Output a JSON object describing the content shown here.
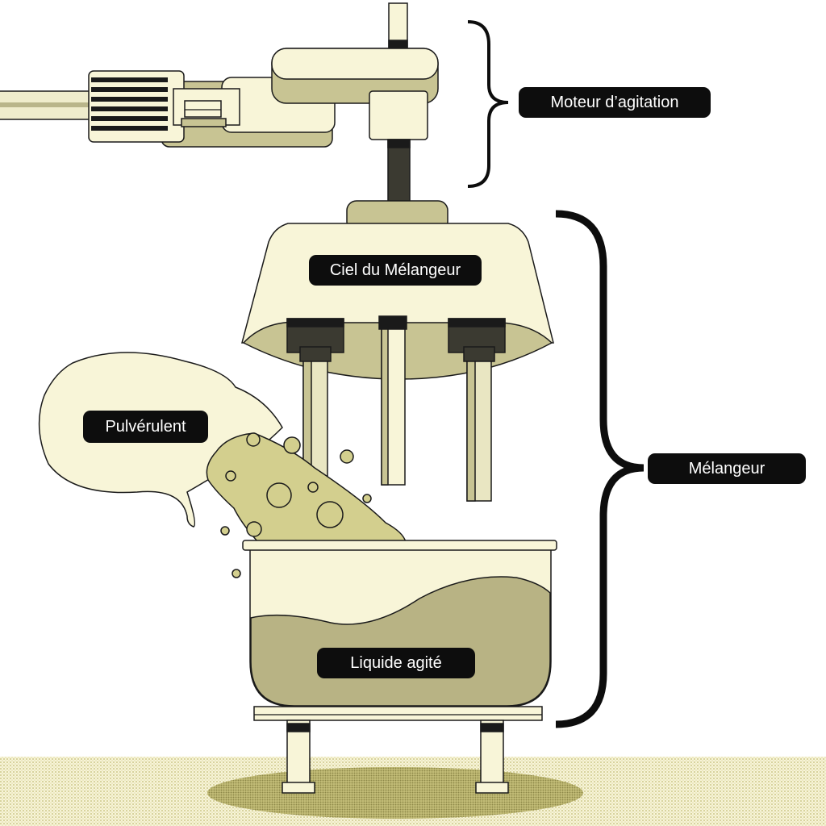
{
  "labels": {
    "motor": "Moteur d’agitation",
    "ciel": "Ciel du Mélangeur",
    "melangeur": "Mélangeur",
    "pulverulent": "Pulvérulent",
    "liquide": "Liquide agité"
  },
  "colors": {
    "cream": "#f8f5d8",
    "olive": "#c8c493",
    "olive_light": "#d3cf8e",
    "liquid": "#b8b384",
    "dark_shaft": "#3b3a31",
    "outline": "#1a1a1a",
    "floor_dots": "#ddd88c"
  }
}
